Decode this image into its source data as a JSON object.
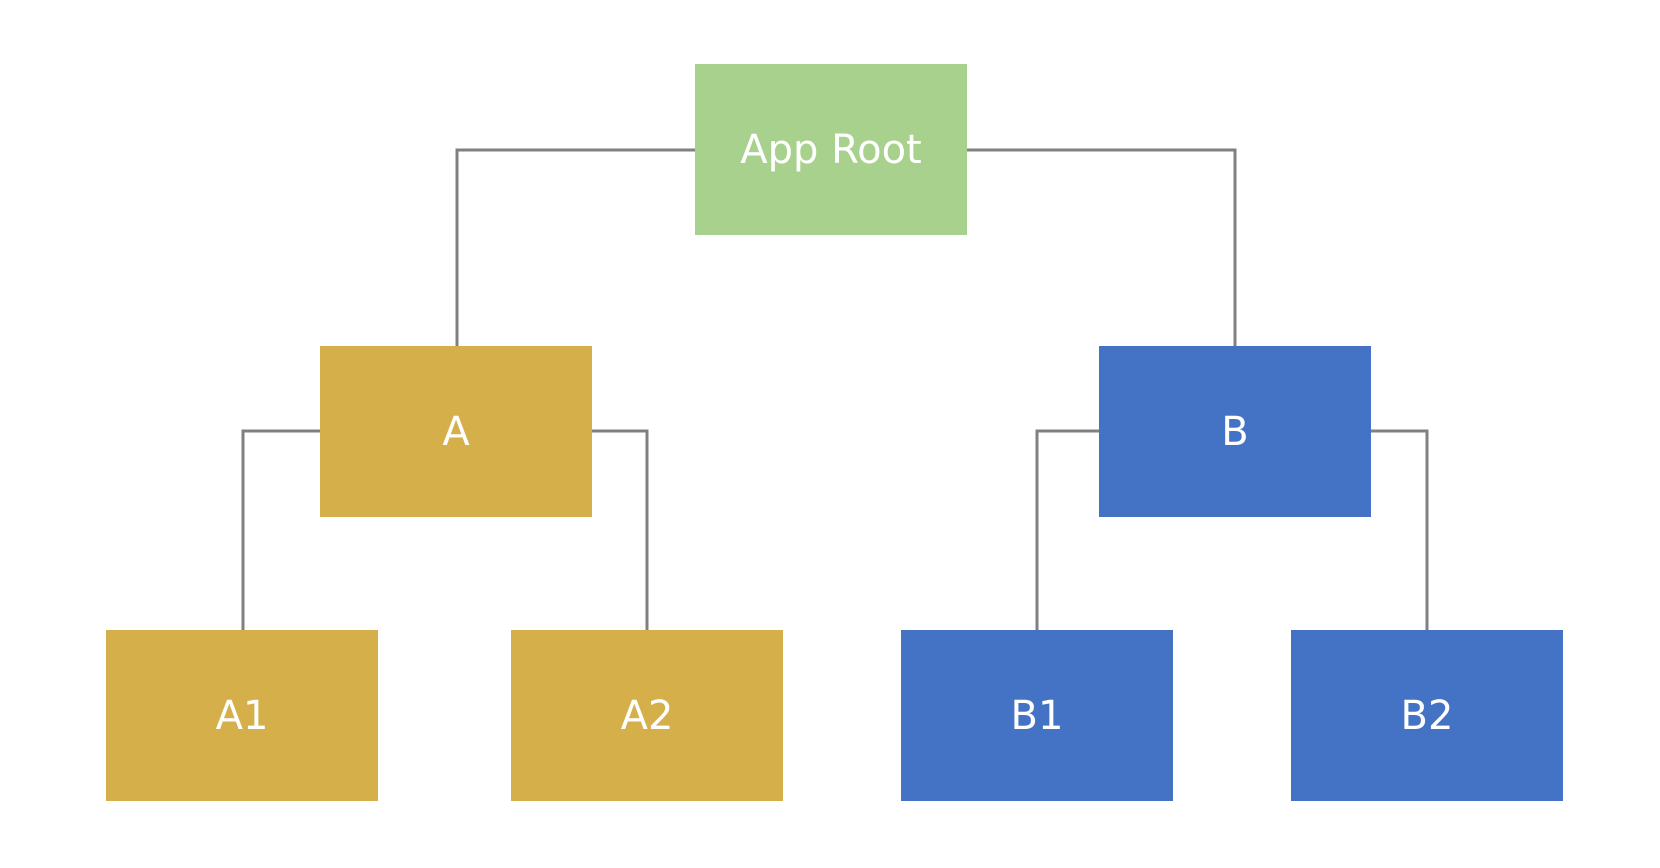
{
  "diagram": {
    "connector_color": "#808080",
    "nodes": [
      {
        "id": "root",
        "label": "App Root",
        "color": "#A9D18E",
        "parent": null
      },
      {
        "id": "a",
        "label": "A",
        "color": "#D4AF4A",
        "parent": "root"
      },
      {
        "id": "b",
        "label": "B",
        "color": "#4472C4",
        "parent": "root"
      },
      {
        "id": "a1",
        "label": "A1",
        "color": "#D4AF4A",
        "parent": "a"
      },
      {
        "id": "a2",
        "label": "A2",
        "color": "#D4AF4A",
        "parent": "a"
      },
      {
        "id": "b1",
        "label": "B1",
        "color": "#4472C4",
        "parent": "b"
      },
      {
        "id": "b2",
        "label": "B2",
        "color": "#4472C4",
        "parent": "b"
      }
    ]
  }
}
